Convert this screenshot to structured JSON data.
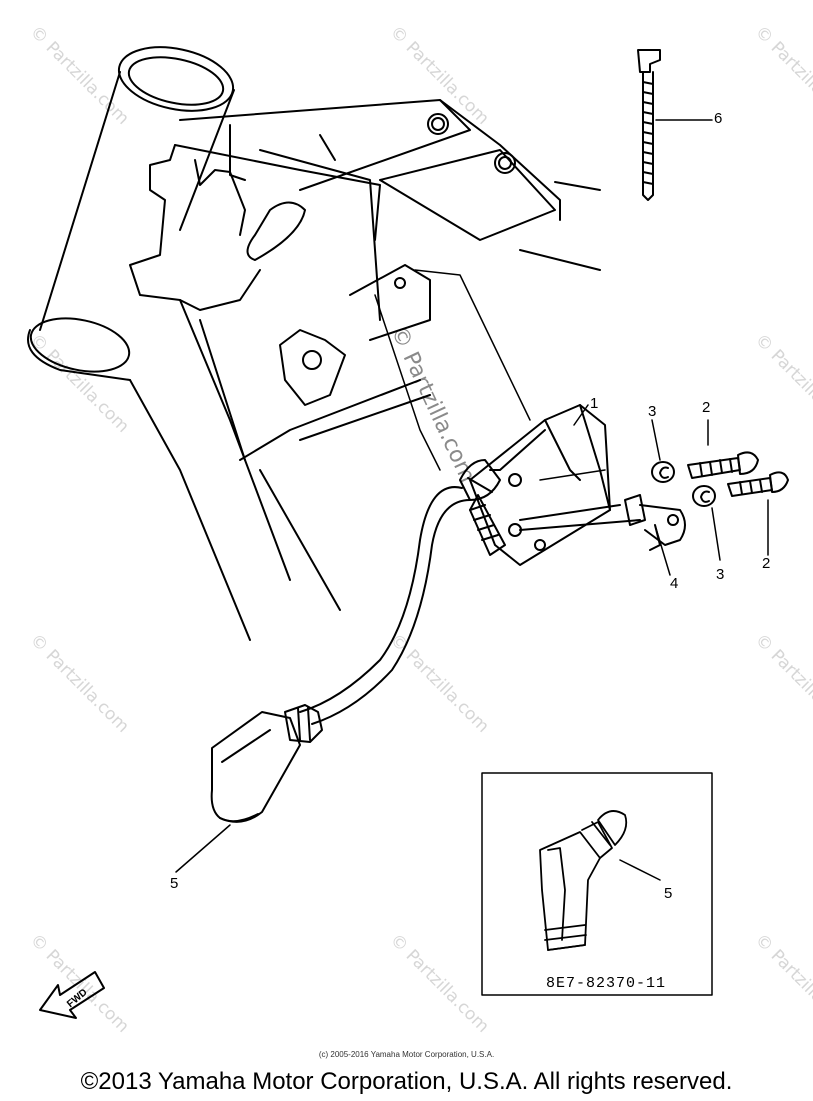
{
  "watermark": {
    "text": "© Partzilla.com",
    "center_text": "© Partzilla.com"
  },
  "callouts": {
    "c1": "1",
    "c2a": "2",
    "c2b": "2",
    "c3a": "3",
    "c3b": "3",
    "c4": "4",
    "c5a": "5",
    "c5b": "5",
    "c6": "6"
  },
  "inset": {
    "part_number": "8E7-82370-11"
  },
  "fwd_label": "FWD",
  "footer": {
    "small_copyright": "(c) 2005-2016 Yamaha Motor Corporation, U.S.A.",
    "main_copyright": "©2013 Yamaha Motor Corporation, U.S.A. All rights reserved."
  },
  "colors": {
    "line": "#000000",
    "watermark": "#d6d6d6",
    "background": "#ffffff"
  }
}
